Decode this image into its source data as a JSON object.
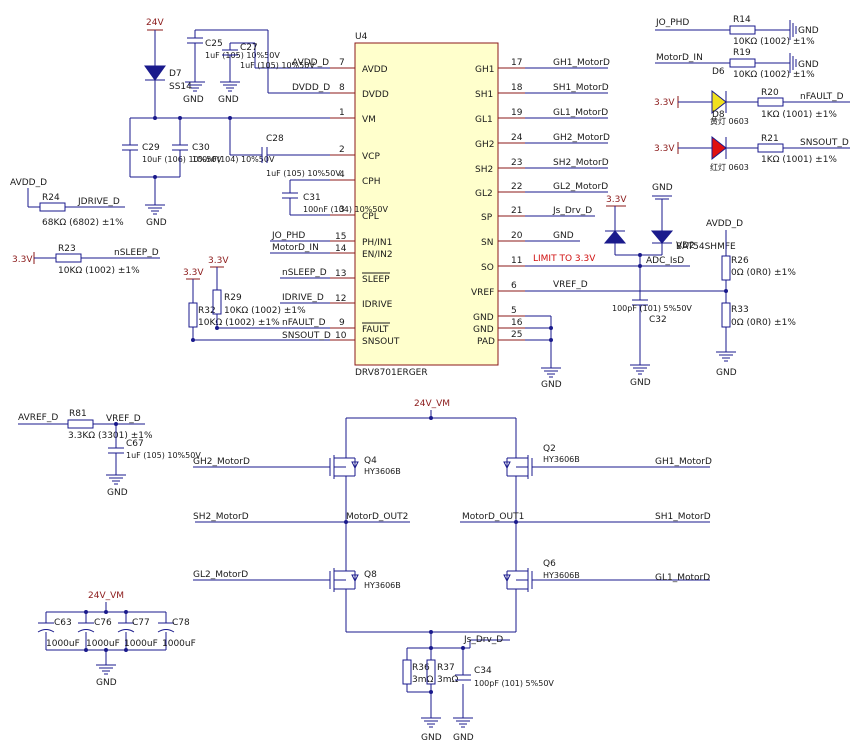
{
  "u4": {
    "ref": "U4",
    "part": "DRV8701ERGER",
    "left_pins": [
      {
        "num": "7",
        "name": "AVDD"
      },
      {
        "num": "8",
        "name": "DVDD"
      },
      {
        "num": "1",
        "name": "VM"
      },
      {
        "num": "2",
        "name": "VCP"
      },
      {
        "num": "4",
        "name": "CPH"
      },
      {
        "num": "3",
        "name": "CPL"
      },
      {
        "num": "15",
        "name": "PH/IN1"
      },
      {
        "num": "14",
        "name": "EN/IN2"
      },
      {
        "num": "13",
        "name": "SLEEP"
      },
      {
        "num": "12",
        "name": "IDRIVE"
      },
      {
        "num": "9",
        "name": "FAULT"
      },
      {
        "num": "10",
        "name": "SNSOUT"
      }
    ],
    "right_pins": [
      {
        "num": "17",
        "name": "GH1"
      },
      {
        "num": "18",
        "name": "SH1"
      },
      {
        "num": "19",
        "name": "GL1"
      },
      {
        "num": "24",
        "name": "GH2"
      },
      {
        "num": "23",
        "name": "SH2"
      },
      {
        "num": "22",
        "name": "GL2"
      },
      {
        "num": "21",
        "name": "SP"
      },
      {
        "num": "20",
        "name": "SN"
      },
      {
        "num": "11",
        "name": "SO"
      },
      {
        "num": "6",
        "name": "VREF"
      },
      {
        "num": "5",
        "name": "GND"
      },
      {
        "num": "16",
        "name": "GND"
      },
      {
        "num": "25",
        "name": "PAD"
      }
    ]
  },
  "nets": {
    "avdd_d": "AVDD_D",
    "dvdd_d": "DVDD_D",
    "jdrive_d": "JDRIVE_D",
    "nsleep_d": "nSLEEP_D",
    "idrive_d": "IDRIVE_D",
    "nfault_d": "nFAULT_D",
    "snsout_d": "SNSOUT_D",
    "jo_phd": "JO_PHD",
    "motord_in": "MotorD_IN",
    "gh1": "GH1_MotorD",
    "sh1": "SH1_MotorD",
    "gl1": "GL1_MotorD",
    "gh2": "GH2_MotorD",
    "sh2": "SH2_MotorD",
    "gl2": "GL2_MotorD",
    "js_drv": "Js_Drv_D",
    "gnd": "GND",
    "adc": "ADC_IsD",
    "vref_d": "VREF_D",
    "avref_d": "AVREF_D",
    "out1": "MotorD_OUT1",
    "out2": "MotorD_OUT2",
    "limit_note": "LIMIT TO 3.3V",
    "v24": "24V",
    "v24vm": "24V_VM",
    "v33": "3.3V"
  },
  "components": {
    "c25": {
      "ref": "C25",
      "val": "1uF (105) 10%50V"
    },
    "c27": {
      "ref": "C27",
      "val": "1uF (105) 10%50V"
    },
    "d7": {
      "ref": "D7",
      "val": "SS14"
    },
    "c29": {
      "ref": "C29",
      "val": "10uF (106) 10%50V"
    },
    "c30": {
      "ref": "C30",
      "val": "100nF(104) 10%50V"
    },
    "c28": {
      "ref": "C28",
      "val": "1uF (105) 10%50V"
    },
    "c31": {
      "ref": "C31",
      "val": "100nF (104) 10%50V"
    },
    "r24": {
      "ref": "R24",
      "val": "68KΩ (6802) ±1%"
    },
    "r23": {
      "ref": "R23",
      "val": "10KΩ (1002) ±1%"
    },
    "r32": {
      "ref": "R32",
      "val": "10KΩ (1002) ±1%"
    },
    "r29": {
      "ref": "R29",
      "val": "10KΩ (1002) ±1%"
    },
    "r14": {
      "ref": "R14",
      "val": "10KΩ (1002) ±1%"
    },
    "r19": {
      "ref": "R19",
      "val": "10KΩ (1002) ±1%"
    },
    "d6": {
      "ref": "D6",
      "val": "黄灯 0603"
    },
    "d8": {
      "ref": "D8",
      "val": "红灯 0603"
    },
    "r20": {
      "ref": "R20",
      "val": "1KΩ (1001) ±1%"
    },
    "r21": {
      "ref": "R21",
      "val": "1KΩ (1001) ±1%"
    },
    "vd2": {
      "ref": "VD2",
      "val": "BAT54SHMFE"
    },
    "r26": {
      "ref": "R26",
      "val": "0Ω (0R0) ±1%"
    },
    "r33": {
      "ref": "R33",
      "val": "0Ω (0R0) ±1%"
    },
    "c32": {
      "ref": "C32",
      "val": "100pF (101) 5%50V"
    },
    "r81": {
      "ref": "R81",
      "val": "3.3KΩ (3301) ±1%"
    },
    "c67": {
      "ref": "C67",
      "val": "1uF (105) 10%50V"
    },
    "q4": {
      "ref": "Q4",
      "val": "HY3606B"
    },
    "q2": {
      "ref": "Q2",
      "val": "HY3606B"
    },
    "q8": {
      "ref": "Q8",
      "val": "HY3606B"
    },
    "q6": {
      "ref": "Q6",
      "val": "HY3606B"
    },
    "r36": {
      "ref": "R36",
      "val": "3mΩ"
    },
    "r37": {
      "ref": "R37",
      "val": "3mΩ"
    },
    "c34": {
      "ref": "C34",
      "val": "100pF (101) 5%50V"
    },
    "c63": {
      "ref": "C63",
      "val": "1000uF"
    },
    "c76": {
      "ref": "C76",
      "val": "1000uF"
    },
    "c77": {
      "ref": "C77",
      "val": "1000uF"
    },
    "c78": {
      "ref": "C78",
      "val": "1000uF"
    }
  }
}
